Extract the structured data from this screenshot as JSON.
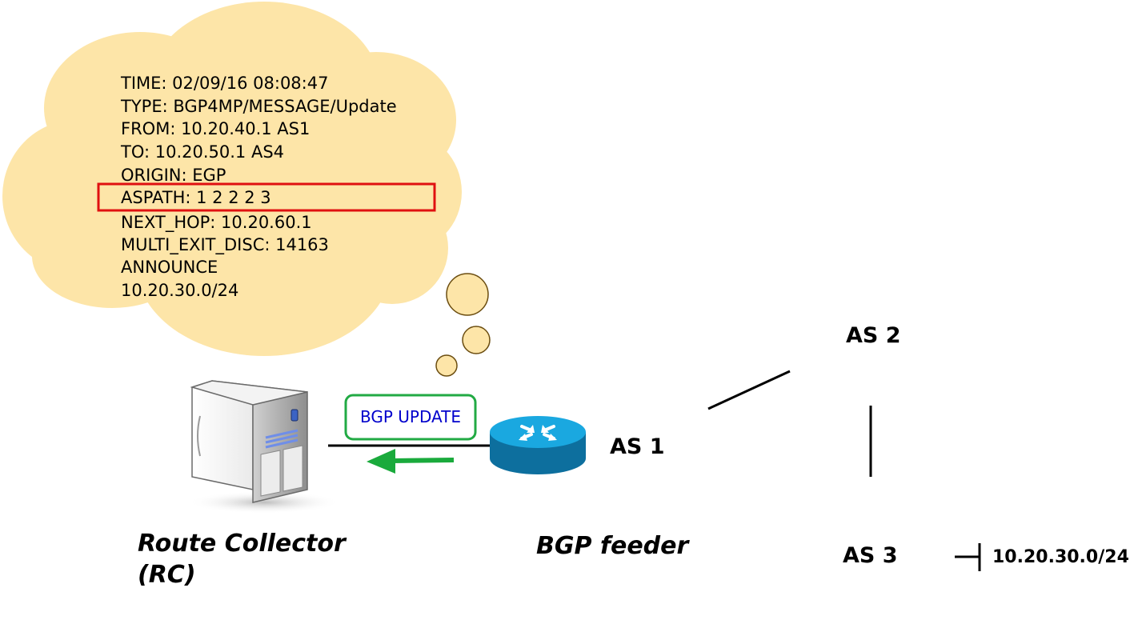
{
  "thought_bubble": {
    "lines": [
      "TIME: 02/09/16 08:08:47",
      "TYPE: BGP4MP/MESSAGE/Update",
      "FROM: 10.20.40.1 AS1",
      "TO: 10.20.50.1 AS4",
      "ORIGIN: EGP",
      "ASPATH: 1 2 2 2 3",
      "NEXT_HOP: 10.20.60.1",
      "MULTI_EXIT_DISC: 14163",
      "ANNOUNCE",
      "10.20.30.0/24"
    ],
    "highlighted_line": "ASPATH: 1 2 2 2 3"
  },
  "nodes": {
    "as1": "AS 1",
    "as2": "AS 2",
    "as3": "AS 3"
  },
  "captions": {
    "route_collector_line1": "Route Collector",
    "route_collector_line2": "(RC)",
    "bgp_feeder": "BGP feeder"
  },
  "message_badge": "BGP UPDATE",
  "prefix": "10.20.30.0/24",
  "icons": {
    "server": "server-icon",
    "router": "router-icon",
    "arrow": "arrow-left-icon"
  },
  "colors": {
    "cloud_fill": "#fde5a8",
    "cloud_stroke": "#6b4d10",
    "highlight": "#e01010",
    "badge_border": "#22aa44",
    "badge_text": "#0000cc",
    "arrow": "#1aaa3c",
    "router": "#1aa8e0"
  }
}
